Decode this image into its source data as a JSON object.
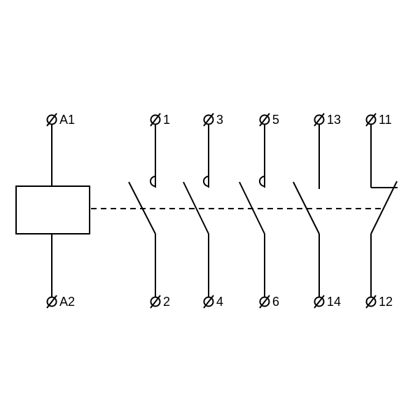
{
  "coil": {
    "top_label": "A1",
    "bottom_label": "A2"
  },
  "contacts": [
    {
      "type": "main-no",
      "top_label": "1",
      "bottom_label": "2"
    },
    {
      "type": "main-no",
      "top_label": "3",
      "bottom_label": "4"
    },
    {
      "type": "main-no",
      "top_label": "5",
      "bottom_label": "6"
    },
    {
      "type": "aux-no",
      "top_label": "13",
      "bottom_label": "14"
    },
    {
      "type": "aux-nc",
      "top_label": "11",
      "bottom_label": "12"
    }
  ],
  "colors": {
    "stroke": "#000000",
    "background": "#ffffff"
  },
  "icons": {
    "terminal": "terminal-circle-slash-icon"
  }
}
